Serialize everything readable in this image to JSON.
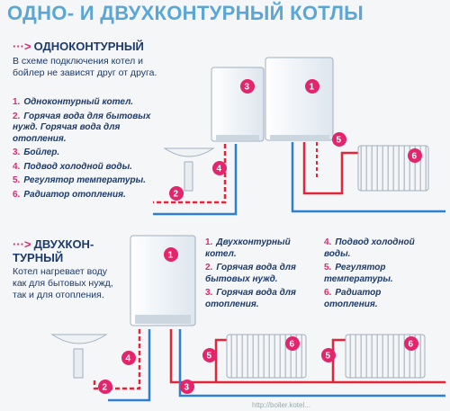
{
  "title": "ОДНО- И ДВУХКОНТУРНЫЙ КОТЛЫ",
  "single": {
    "heading": "ОДНОКОНТУРНЫЙ",
    "arrow": "···>",
    "description": "В схеме подключения котел и бойлер не зависят друг от друга.",
    "legend": [
      {
        "num": "1.",
        "text": "Одноконтурный котел."
      },
      {
        "num": "2.",
        "text": "Горячая вода для бытовых нужд. Горячая вода для отопления."
      },
      {
        "num": "3.",
        "text": "Бойлер."
      },
      {
        "num": "4.",
        "text": "Подвод холодной воды."
      },
      {
        "num": "5.",
        "text": "Регулятор температуры."
      },
      {
        "num": "6.",
        "text": "Радиатор отопления."
      }
    ]
  },
  "double": {
    "heading_line1": "ДВУХКОН-",
    "heading_line2": "ТУРНЫЙ",
    "arrow": "···>",
    "description": "Котел нагревает воду как для бытовых нужд, так и для отопления.",
    "legend_left": [
      {
        "num": "1.",
        "text": "Двухконтурный котел."
      },
      {
        "num": "2.",
        "text": "Горячая вода для бытовых нужд."
      },
      {
        "num": "3.",
        "text": "Горячая вода для отопления."
      }
    ],
    "legend_right": [
      {
        "num": "4.",
        "text": "Подвод холодной воды."
      },
      {
        "num": "5.",
        "text": "Регулятор температуры."
      },
      {
        "num": "6.",
        "text": "Радиатор отопления."
      }
    ]
  },
  "badges": [
    "1",
    "2",
    "3",
    "4",
    "5",
    "6"
  ],
  "colors": {
    "hot": "#e3253a",
    "cold": "#2f7fd0",
    "badge": "#e3256b",
    "title": "#5aa6d6",
    "text": "#1c3a6b"
  },
  "footer": "http://boiler.kotel..."
}
